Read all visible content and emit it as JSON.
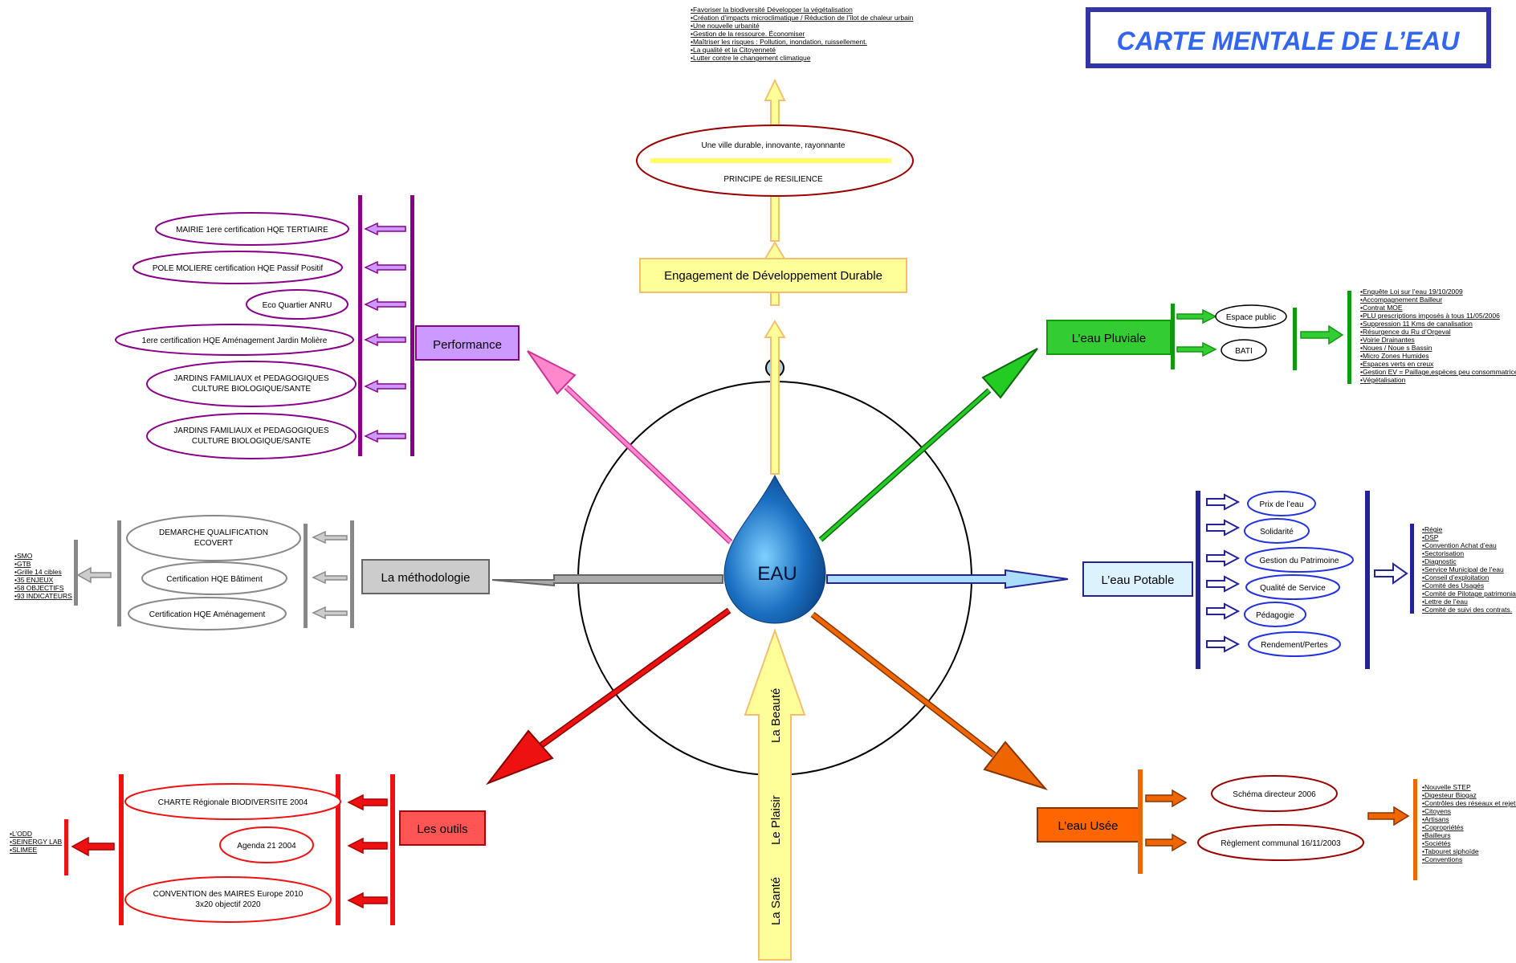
{
  "title": "CARTE MENTALE DE L’EAU",
  "center": "EAU",
  "top": {
    "list": [
      "•Favoriser la biodiversité Développer la végétalisation",
      "•Création d’impacts microclimatique / Réduction de l’îlot de chaleur urbain",
      "•Une nouvelle urbanité",
      "•Gestion de la ressource. Économiser",
      "•Maîtriser les risques : Pollution, inondation, ruissellement.",
      "•La qualité et la Citoyenneté",
      "•Lutter contre le changement climatique"
    ],
    "ellipse_top": "Une ville durable, innovante, rayonnante",
    "ellipse_bottom": "PRINCIPE de RESILIENCE",
    "box": "Engagement de Développement Durable"
  },
  "bottom_arrow": [
    "La Beauté",
    "Le Plaisir",
    "La Santé"
  ],
  "performance": {
    "label": "Performance",
    "items": [
      "MAIRIE 1ere certification HQE TERTIAIRE",
      "POLE MOLIERE certification HQE Passif Positif",
      "Eco Quartier ANRU",
      "1ere certification HQE Aménagement Jardin Molière",
      "JARDINS FAMILIAUX et PEDAGOGIQUES|CULTURE BIOLOGIQUE/SANTE",
      "JARDINS FAMILIAUX et PEDAGOGIQUES|CULTURE BIOLOGIQUE/SANTE"
    ]
  },
  "methodologie": {
    "label": "La méthodologie",
    "items": [
      "DEMARCHE QUALIFICATION|ECOVERT",
      "Certification HQE Bâtiment",
      "Certification HQE Aménagement"
    ],
    "list": [
      "•SMO",
      "•GTB",
      "•Grille 14 cibles",
      "•35 ENJEUX",
      "•58 OBJECTIFS",
      "•93 INDICATEURS"
    ]
  },
  "outils": {
    "label": "Les outils",
    "items": [
      "CHARTE Régionale BIODIVERSITE 2004",
      "Agenda 21 2004",
      "CONVENTION des MAIRES Europe 2010|3x20 objectif 2020"
    ],
    "list": [
      "•L’ODD",
      "•SEINERGY LAB",
      "•SLIMEE"
    ]
  },
  "pluviale": {
    "label": "L’eau Pluviale",
    "items": [
      "Espace public",
      "BATI"
    ],
    "list": [
      "•Enquête Loi sur l’eau 19/10/2009",
      "•Accompagnement Bailleur",
      "•Contrat MOE",
      "•PLU prescriptions imposés à tous 11/05/2006",
      "•Suppression 11 Kms de canalisation",
      "•Résurgence du Ru d’Orgeval",
      "•Voirie Drainantes",
      "•Noues / Noue s Bassin",
      "•Micro Zones Humides",
      "•Espaces verts en creux",
      "•Gestion EV = Paillage,espèces peu consommatrices",
      "•Végétalisation"
    ]
  },
  "potable": {
    "label": "L’eau Potable",
    "items": [
      "Prix de l’eau",
      "Solidarité",
      "Gestion du Patrimoine",
      "Qualité de Service",
      "Pédagogie",
      "Rendement/Pertes"
    ],
    "list": [
      "•Régie",
      "•DSP",
      "•Convention Achat d’eau",
      "•Sectorisation",
      "•Diagnostic",
      "•Service Municipal de l’eau",
      "•Conseil d’exploitation",
      "•Comité des Usagés",
      "•Comité de Pilotage patrimonial",
      "•Lettre de l’eau",
      "•Comité de suivi des contrats."
    ]
  },
  "usee": {
    "label": "L’eau Usée",
    "items": [
      "Schéma directeur 2006",
      "Règlement communal 16/11/2003"
    ],
    "list": [
      "•Nouvelle STEP",
      "•Digesteur Biogaz",
      "•Contrôles des réseaux et rejets",
      "•Citoyens",
      "•Artisans",
      "•Copropriétés",
      "•Bailleurs",
      "•Sociétés",
      "•Tabouret siphoïde",
      "•Conventions"
    ]
  },
  "colors": {
    "title": "#3366ee",
    "title_border": "#3333aa",
    "performance": "#880088",
    "performance_fill": "#cc99ff",
    "methodologie": "#888888",
    "outils": "#ee1111",
    "pluviale": "#119911",
    "potable": "#222299",
    "usee": "#ee6600",
    "yellow": "#ffff99"
  }
}
